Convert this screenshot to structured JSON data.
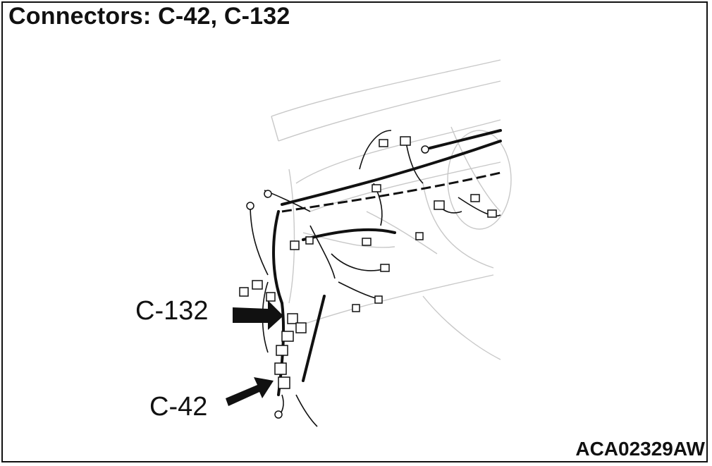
{
  "figure": {
    "title": "Connectors: C-42, C-132",
    "callouts": [
      {
        "label": "C-132",
        "key": "c132"
      },
      {
        "label": "C-42",
        "key": "c42"
      }
    ],
    "figure_code": "ACA02329AW"
  }
}
